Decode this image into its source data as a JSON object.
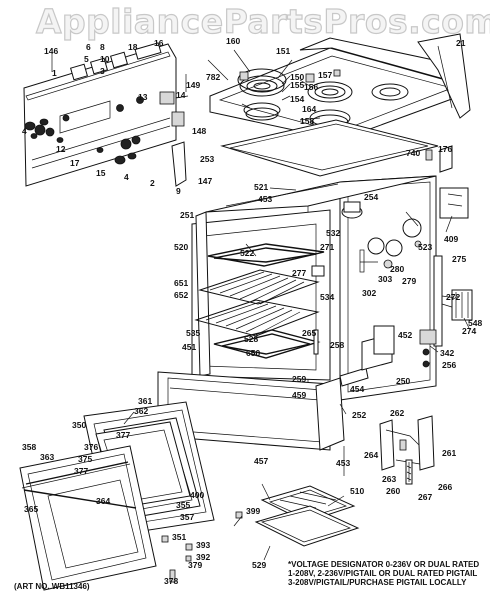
{
  "watermark": "AppliancePartsPros.com",
  "art_number": "(ART NO. WB11346)",
  "voltage_note": {
    "line1": "*VOLTAGE DESIGNATOR 0-236V OR DUAL RATED",
    "line2": "1-208V, 2-236V/PIGTAIL OR DUAL RATED PIGTAIL",
    "line3": "3-208V/PIGTAIL/PURCHASE PIGTAIL LOCALLY"
  },
  "callouts": {
    "c146": "146",
    "c6": "6",
    "c5": "5",
    "c8": "8",
    "c10": "10",
    "c18": "18",
    "c16": "16",
    "c3": "3",
    "c1": "1",
    "c4a": "4",
    "c12": "12",
    "c17": "17",
    "c15": "15",
    "c4b": "4",
    "c2": "2",
    "c9": "9",
    "c147": "147",
    "c149": "149",
    "c782": "782",
    "c13": "13",
    "c14": "14",
    "c148": "148",
    "c160": "160",
    "c151": "151",
    "c21": "21",
    "c150": "150",
    "c155": "155",
    "c154": "154",
    "c157": "157",
    "c156": "156",
    "c164": "164",
    "c158": "158",
    "c253": "253",
    "c740": "740",
    "c176": "176",
    "c521": "521",
    "c453a": "453",
    "c254": "254",
    "c251": "251",
    "c532": "532",
    "c271": "271",
    "c409": "409",
    "c520": "520",
    "c522": "522",
    "c523": "523",
    "c280": "280",
    "c279": "279",
    "c275": "275",
    "c651": "651",
    "c652": "652",
    "c277": "277",
    "c534": "534",
    "c303": "303",
    "c302": "302",
    "c272": "272",
    "c274": "274",
    "c548": "548",
    "c535": "535",
    "c528": "528",
    "c265": "265",
    "c452": "452",
    "c451": "451",
    "c650": "650",
    "c258": "258",
    "c342": "342",
    "c256": "256",
    "c259": "259",
    "c250": "250",
    "c454": "454",
    "c361": "361",
    "c362": "362",
    "c459": "459",
    "c252": "252",
    "c262": "262",
    "c350": "350",
    "c377a": "377",
    "c376": "376",
    "c358": "358",
    "c363": "363",
    "c375": "375",
    "c377b": "377",
    "c457": "457",
    "c264": "264",
    "c261": "261",
    "c453b": "453",
    "c263": "263",
    "c260": "260",
    "c266": "266",
    "c267": "267",
    "c510": "510",
    "c364": "364",
    "c400": "400",
    "c365": "365",
    "c399": "399",
    "c355": "355",
    "c357": "357",
    "c529": "529",
    "c351": "351",
    "c393": "393",
    "c392": "392",
    "c379": "379",
    "c378": "378"
  }
}
